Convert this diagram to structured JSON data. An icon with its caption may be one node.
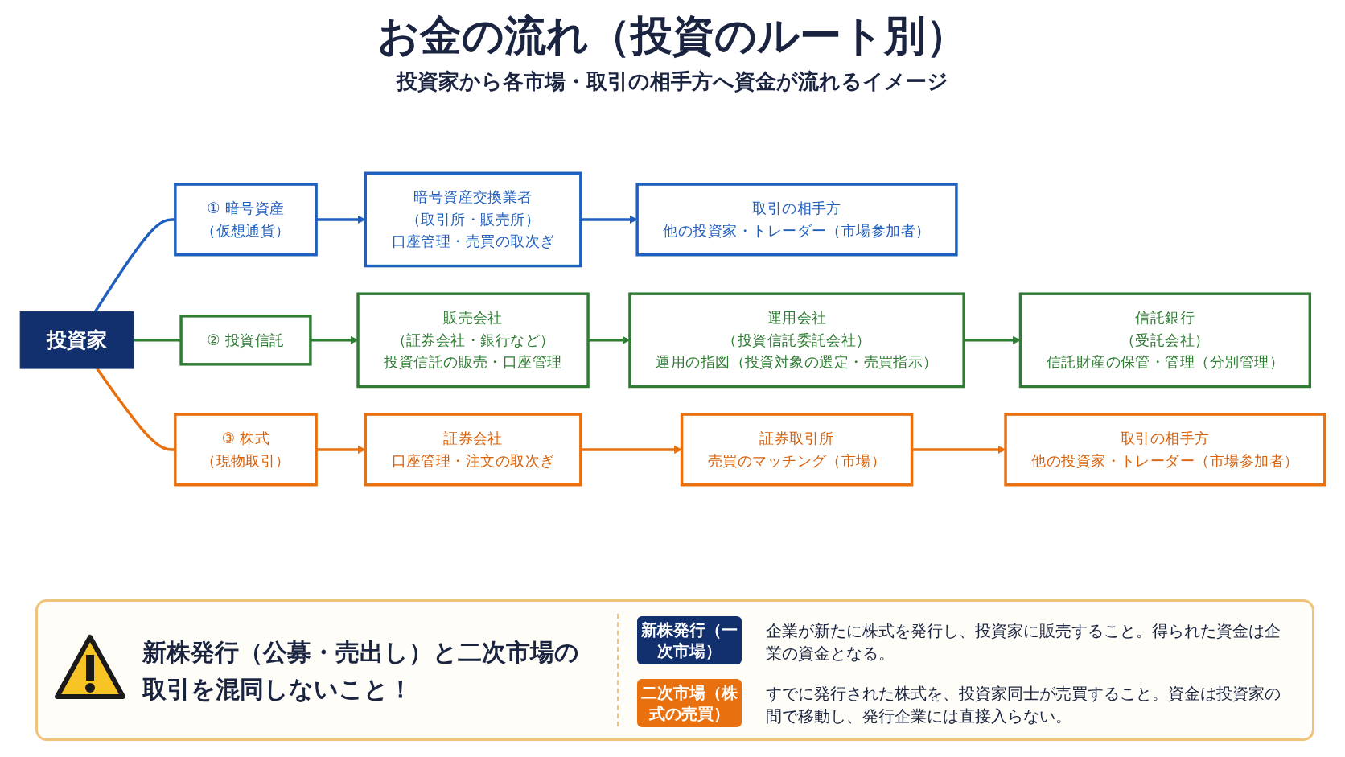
{
  "diagram": {
    "title": "お金の流れ（投資のルート別）",
    "nodes": [
      {
        "text": [
          "投資家"
        ]
      },
      {
        "text": [
          "① 暗号資産",
          "（仮想通貨）"
        ]
      },
      {
        "text": [
          "暗号資産交換業者",
          "（取引所・販売所）",
          "口座管理・売買の取次ぎ"
        ]
      },
      {
        "text": [
          "取引の相手方",
          "他の投資家・トレーダー（市場参加者）"
        ]
      },
      {
        "text": [
          "② 投資信託"
        ]
      },
      {
        "text": [
          "販売会社",
          "（証券会社・銀行など）",
          "投資信託の販売・口座管理"
        ]
      },
      {
        "text": [
          "運用会社",
          "（投資信託委託会社）",
          "運用の指図（投資対象の選定・売買指示）"
        ]
      },
      {
        "text": [
          "信託銀行",
          "（受託会社）",
          "信託財産の保管・管理（分別管理）"
        ]
      },
      {
        "text": [
          "③ 株式",
          "（現物取引）"
        ]
      },
      {
        "text": [
          "証券会社",
          "口座管理・注文の取次ぎ"
        ]
      },
      {
        "text": [
          "証券取引所",
          "売買のマッチング（市場）"
        ]
      },
      {
        "text": [
          "取引の相手方",
          "他の投資家・トレーダー（市場参加者）"
        ]
      }
    ],
    "edges": [
      {
        "from": 0,
        "to": 1,
        "arrow": "none",
        "color": "#1f5fbf"
      },
      {
        "from": 1,
        "to": 2,
        "arrow": "to",
        "color": "#1f5fbf"
      },
      {
        "from": 2,
        "to": 3,
        "arrow": "to",
        "color": "#1f5fbf"
      },
      {
        "from": 0,
        "to": 4,
        "arrow": "none",
        "color": "#2e7d32"
      },
      {
        "from": 4,
        "to": 5,
        "arrow": "to",
        "color": "#2e7d32"
      },
      {
        "from": 5,
        "to": 6,
        "arrow": "to",
        "color": "#2e7d32"
      },
      {
        "from": 6,
        "to": 7,
        "arrow": "to",
        "color": "#2e7d32"
      },
      {
        "from": 0,
        "to": 8,
        "arrow": "none",
        "color": "#e8700f"
      },
      {
        "from": 8,
        "to": 9,
        "arrow": "to",
        "color": "#e8700f"
      },
      {
        "from": 9,
        "to": 10,
        "arrow": "to",
        "color": "#e8700f"
      },
      {
        "from": 10,
        "to": 11,
        "arrow": "to",
        "color": "#e8700f"
      }
    ],
    "labels": [
      "投資家から各市場・取引の相手方へ資金が流れるイメージ",
      "新株発行（公募・売出し）と二次市場の取引を混同しないこと！",
      "企業が新たに株式を発行し、投資家に販売すること。得られた資金は企業の資金となる。",
      "すでに発行された株式を、投資家同士が売買すること。資金は投資家の間で移動し、発行企業には直接入らない。"
    ],
    "legend": [
      {
        "text": "新株発行（一次市場）",
        "color": "#12306e"
      },
      {
        "text": "二次市場（株式の売買）",
        "color": "#e8700f"
      }
    ]
  }
}
